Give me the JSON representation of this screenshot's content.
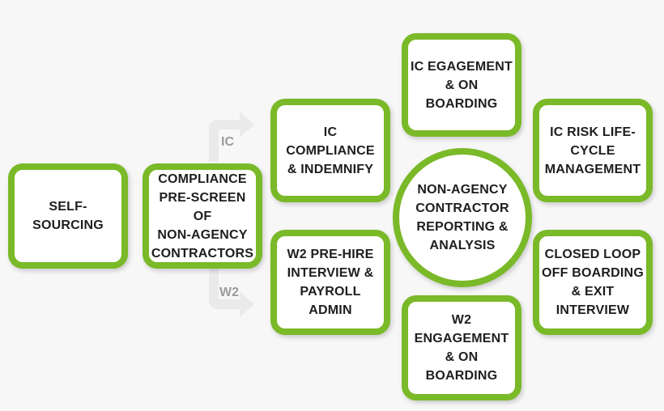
{
  "nodes": {
    "self_sourcing": "SELF-\nSOURCING",
    "compliance_prescreen": "COMPLIANCE\nPRE-SCREEN OF\nNON-AGENCY\nCONTRACTORS",
    "ic_compliance": "IC\nCOMPLIANCE\n& INDEMNIFY",
    "w2_prehire": "W2 PRE-HIRE\nINTERVIEW &\nPAYROLL\nADMIN",
    "ic_engagement": "IC EGAGEMENT\n& ON\nBOARDING",
    "ic_risk": "IC RISK LIFE-\nCYCLE\nMANAGEMENT",
    "non_agency_reporting": "NON-AGENCY\nCONTRACTOR\nREPORTING &\nANALYSIS",
    "closed_loop": "CLOSED LOOP\nOFF BOARDING\n& EXIT\nINTERVIEW",
    "w2_engagement": "W2\nENGAGEMENT\n& ON\nBOARDING"
  },
  "branches": {
    "ic": "IC",
    "w2": "W2"
  },
  "colors": {
    "border": "#7ab928",
    "background": "#f7f7f7",
    "box_fill": "#ffffff",
    "text": "#1e1e1e",
    "branch_label": "#9b9b9b",
    "arrow": "#eaeaea"
  }
}
